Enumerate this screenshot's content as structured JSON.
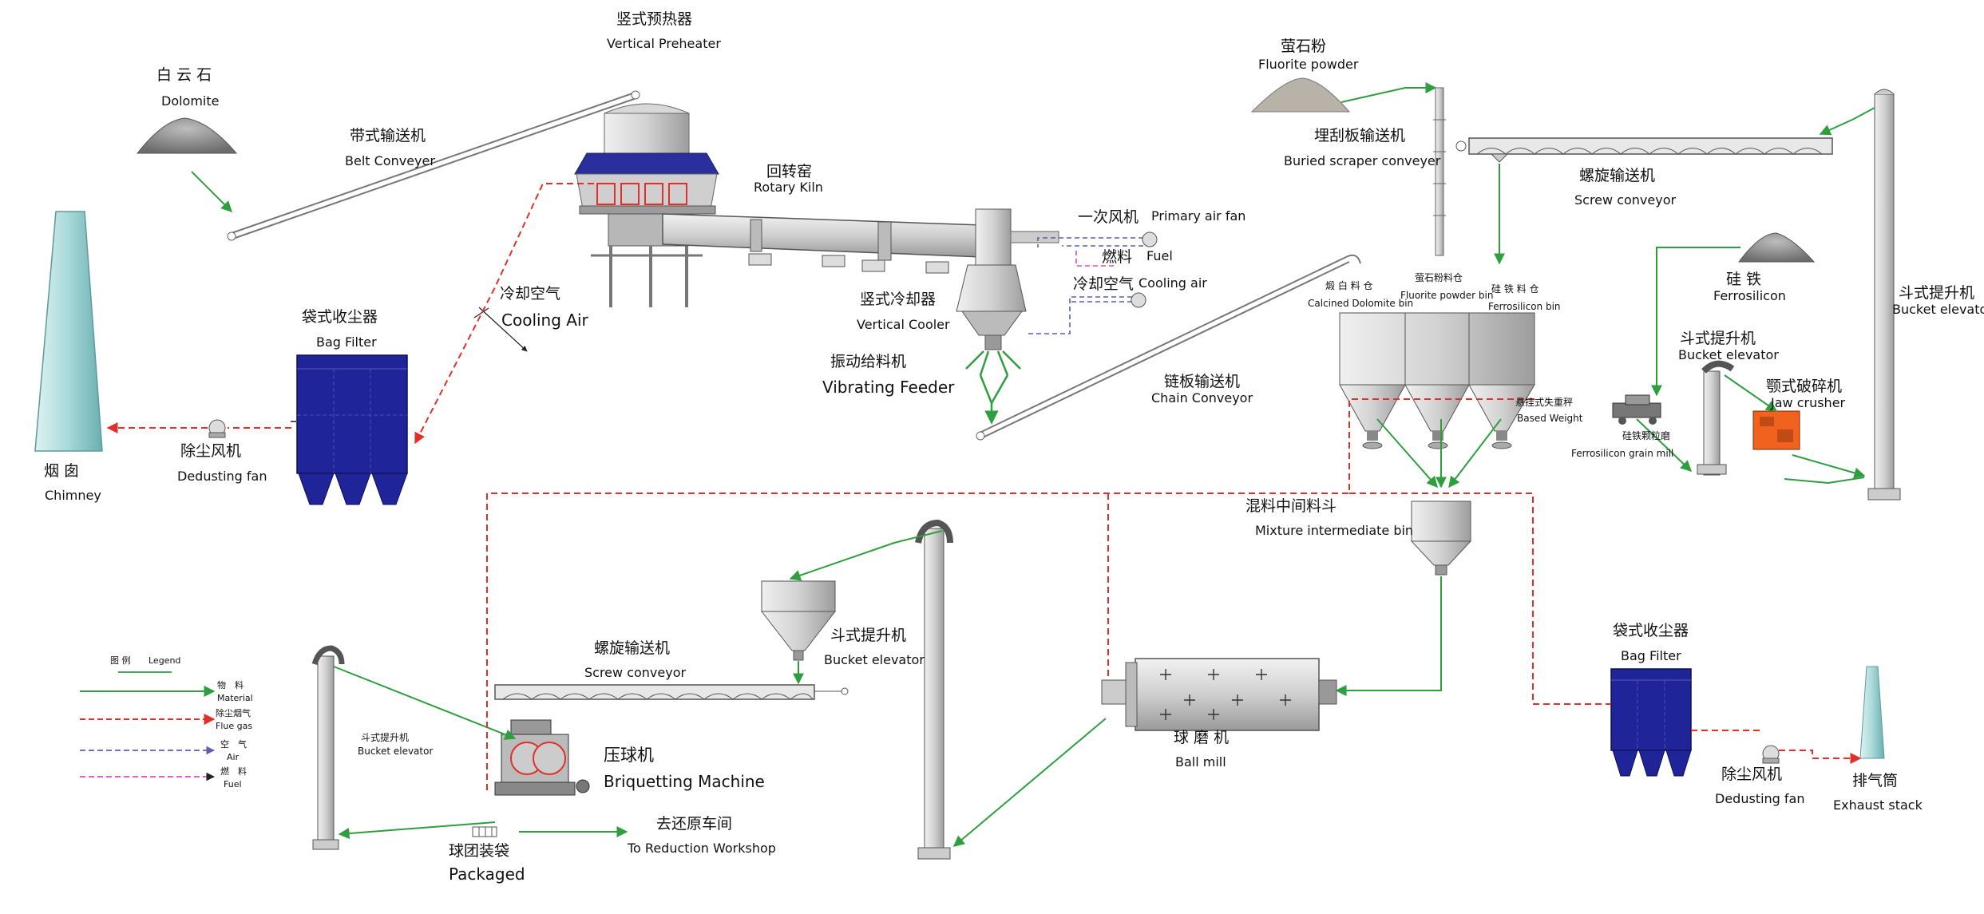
{
  "colors": {
    "material": "#2e9e3f",
    "flue_gas": "#e0302a",
    "air": "#5a5fb0",
    "fuel": "#d24fc4",
    "equipment": "#c9c9c9",
    "equipment_dark": "#6e6e6e",
    "filter": "#1f2499",
    "chimney": "#9ed3d3"
  },
  "labels": {
    "preheater_zh": "竖式预热器",
    "preheater_en": "Vertical Preheater",
    "dolomite_zh": "白 云 石",
    "dolomite_en": "Dolomite",
    "belt_zh": "带式输送机",
    "belt_en": "Belt Conveyer",
    "kiln_zh": "回转窑",
    "kiln_en": "Rotary Kiln",
    "primary_fan_zh": "一次风机",
    "primary_fan_en": "Primary air fan",
    "fuel_zh": "燃料",
    "fuel_en": "Fuel",
    "cooling_air2_zh": "冷却空气",
    "cooling_air2_en": "Cooling air",
    "cooler_zh": "竖式冷却器",
    "cooler_en": "Vertical Cooler",
    "feeder_zh": "振动给料机",
    "feeder_en": "Vibrating Feeder",
    "cooling_air1_zh": "冷却空气",
    "cooling_air1_en": "Cooling Air",
    "bag1_zh": "袋式收尘器",
    "bag1_en": "Bag Filter",
    "chimney_zh": "烟 囱",
    "chimney_en": "Chimney",
    "fan1_zh": "除尘风机",
    "fan1_en": "Dedusting fan",
    "fluorite_zh": "萤石粉",
    "fluorite_en": "Fluorite powder",
    "scraper_zh": "埋刮板输送机",
    "scraper_en": "Buried scraper conveyer",
    "screw1_zh": "螺旋输送机",
    "screw1_en": "Screw conveyor",
    "elev_right_zh": "斗式提升机",
    "elev_right_en": "Bucket elevator",
    "ferrosi_zh": "硅 铁",
    "ferrosi_en": "Ferrosilicon",
    "calc_bin_zh": "煅 白 料 仓",
    "calc_bin_en": "Calcined Dolomite bin",
    "fluor_bin_zh": "萤石粉料仓",
    "fluor_bin_en": "Fluorite powder bin",
    "fesi_bin_zh": "硅 铁 料 仓",
    "fesi_bin_en": "Ferrosilicon bin",
    "chain_zh": "链板输送机",
    "chain_en": "Chain Conveyor",
    "weight_zh": "悬挂式失重秤",
    "weight_en": "Based Weight",
    "elev_mid_zh": "斗式提升机",
    "elev_mid_en": "Bucket elevator",
    "jaw_zh": "颚式破碎机",
    "jaw_en": "Jaw crusher",
    "grain_mill_zh": "硅铁颗粒磨",
    "grain_mill_en": "Ferrosilicon grain mill",
    "mix_bin_zh": "混料中间料斗",
    "mix_bin_en": "Mixture intermediate bin",
    "screw2_zh": "螺旋输送机",
    "screw2_en": "Screw conveyor",
    "elev_low_zh": "斗式提升机",
    "elev_low_en": "Bucket elevator",
    "elev_left_zh": "斗式提升机",
    "elev_left_en": "Bucket elevator",
    "briq_zh": "压球机",
    "briq_en": "Briquetting Machine",
    "reduction_zh": "去还原车间",
    "reduction_en": "To Reduction Workshop",
    "packaged_zh": "球团装袋",
    "packaged_en": "Packaged",
    "ballmill_zh": "球 磨 机",
    "ballmill_en": "Ball mill",
    "bag2_zh": "袋式收尘器",
    "bag2_en": "Bag Filter",
    "fan2_zh": "除尘风机",
    "fan2_en": "Dedusting fan",
    "exhaust_zh": "排气筒",
    "exhaust_en": "Exhaust stack"
  },
  "legend": {
    "title_zh": "图 例",
    "title_en": "Legend",
    "items": [
      {
        "zh": "物　料",
        "en": "Material"
      },
      {
        "zh": "除尘烟气",
        "en": "Flue gas"
      },
      {
        "zh": "空　气",
        "en": "Air"
      },
      {
        "zh": "燃　料",
        "en": "Fuel"
      }
    ]
  }
}
